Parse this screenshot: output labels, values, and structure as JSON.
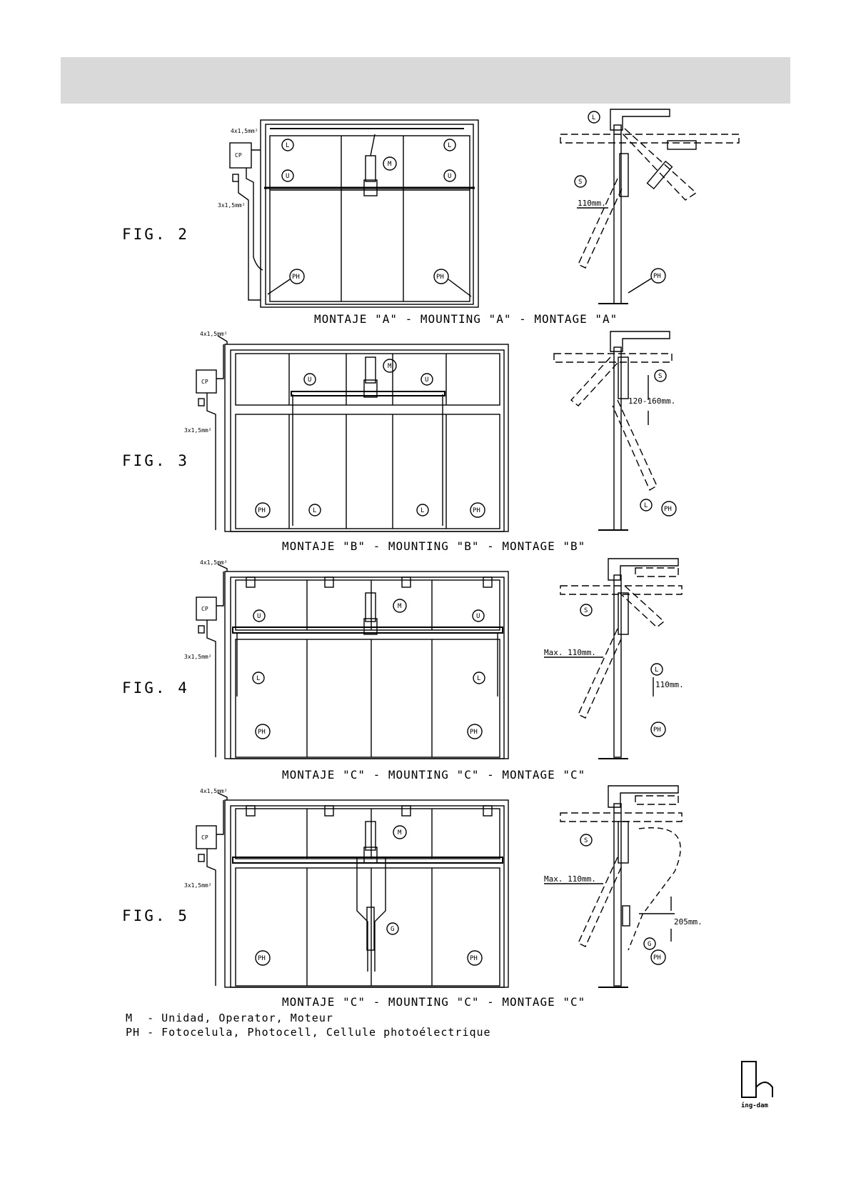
{
  "figures": [
    {
      "label": "FIG. 2",
      "caption": "MONTAJE \"A\" - MOUNTING \"A\" - MONTAGE \"A\"",
      "wire_top": "4x1,5mm²",
      "wire_bottom": "3x1,5mm²",
      "control_panel": "CP",
      "markers": [
        "L",
        "L",
        "U",
        "U",
        "M",
        "PH",
        "PH"
      ],
      "side_markers": [
        "L",
        "S",
        "PH"
      ],
      "dimension": "110mm."
    },
    {
      "label": "FIG. 3",
      "caption": "MONTAJE \"B\" - MOUNTING \"B\" - MONTAGE \"B\"",
      "wire_top": "4x1,5mm²",
      "wire_bottom": "3x1,5mm²",
      "control_panel": "CP",
      "markers": [
        "U",
        "U",
        "M",
        "PH",
        "L",
        "L",
        "PH"
      ],
      "side_markers": [
        "S",
        "L",
        "PH"
      ],
      "dimension": "120-160mm."
    },
    {
      "label": "FIG. 4",
      "caption": "MONTAJE \"C\" - MOUNTING \"C\" - MONTAGE \"C\"",
      "wire_top": "4x1,5mm²",
      "wire_bottom": "3x1,5mm²",
      "control_panel": "CP",
      "markers": [
        "U",
        "U",
        "M",
        "L",
        "L",
        "PH",
        "PH"
      ],
      "side_markers": [
        "S",
        "L",
        "PH"
      ],
      "dimension": "Max. 110mm.",
      "dimension2": "110mm."
    },
    {
      "label": "FIG. 5",
      "caption": "MONTAJE \"C\" - MOUNTING \"C\" - MONTAGE \"C\"",
      "wire_top": "4x1,5mm²",
      "wire_bottom": "3x1,5mm²",
      "control_panel": "CP",
      "markers": [
        "M",
        "G",
        "PH",
        "PH"
      ],
      "side_markers": [
        "S",
        "G",
        "PH"
      ],
      "dimension": "Max. 110mm.",
      "dimension2": "205mm."
    }
  ],
  "legend": [
    "M  - Unidad, Operator, Moteur",
    "PH - Fotocelula, Photocell, Cellule photoélectrique"
  ],
  "logo": "ing-dam"
}
